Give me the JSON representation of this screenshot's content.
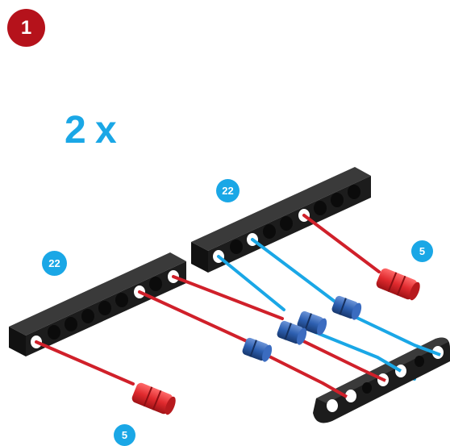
{
  "step": {
    "number": "1"
  },
  "quantity": {
    "text": "2 x"
  },
  "part_labels": {
    "upper_beam": "22",
    "lower_beam": "22",
    "upper_connector": "5",
    "lower_connector": "5"
  },
  "colors": {
    "step_badge": "#b5121b",
    "accent_blue": "#1aa7e6",
    "beam": "#1c1c1c",
    "axle_red": "#d0202a",
    "connector_red": "#e02a2e",
    "bushing_blue": "#2d5fb0"
  }
}
